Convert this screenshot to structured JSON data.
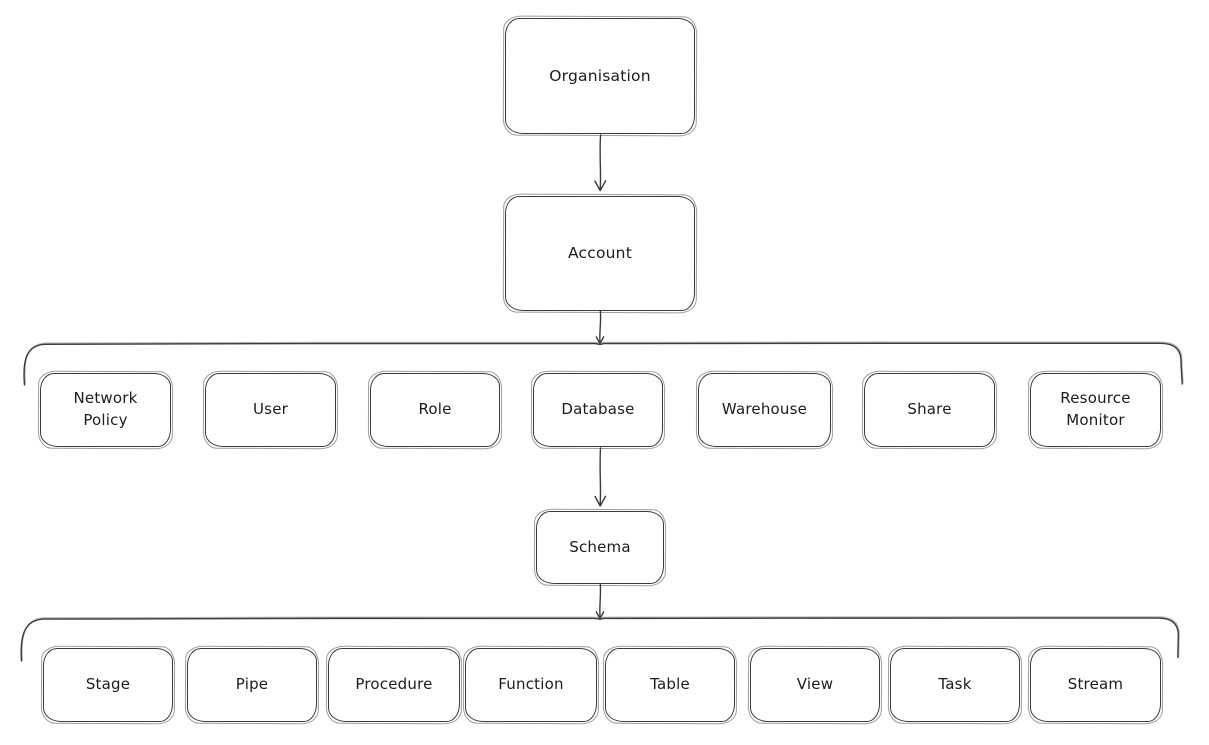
{
  "nodes": {
    "organisation": {
      "label": "Organisation"
    },
    "account": {
      "label": "Account"
    },
    "account_children": [
      {
        "label": "Network Policy"
      },
      {
        "label": "User"
      },
      {
        "label": "Role"
      },
      {
        "label": "Database"
      },
      {
        "label": "Warehouse"
      },
      {
        "label": "Share"
      },
      {
        "label": "Resource Monitor"
      }
    ],
    "schema": {
      "label": "Schema"
    },
    "schema_children": [
      {
        "label": "Stage"
      },
      {
        "label": "Pipe"
      },
      {
        "label": "Procedure"
      },
      {
        "label": "Function"
      },
      {
        "label": "Table"
      },
      {
        "label": "View"
      },
      {
        "label": "Task"
      },
      {
        "label": "Stream"
      }
    ]
  },
  "colors": {
    "stroke": "#3b3b3b",
    "text": "#1c1c1c",
    "background": "#ffffff"
  }
}
